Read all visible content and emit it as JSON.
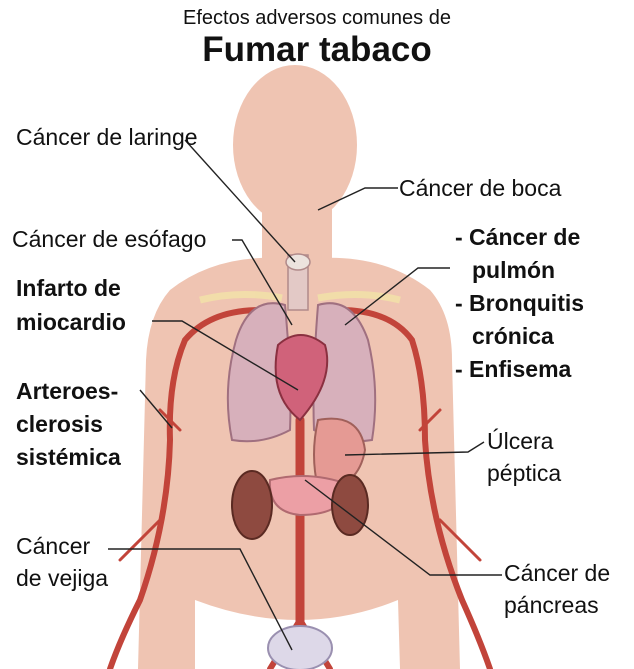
{
  "title": {
    "subtitle": "Efectos adversos comunes de",
    "main": "Fumar tabaco"
  },
  "labels": {
    "larynx": "Cáncer de laringe",
    "mouth": "Cáncer de boca",
    "esophagus": "Cáncer de esófago",
    "lung_cancer": "- Cáncer de",
    "lung_cancer_2": "pulmón",
    "bronchitis": "- Bronquitis",
    "bronchitis_2": "crónica",
    "emphysema": "- Enfisema",
    "mi_1": "Infarto de",
    "mi_2": "miocardio",
    "athero_1": "Arteroes-",
    "athero_2": "clerosis",
    "athero_3": "sistémica",
    "ulcer_1": "Úlcera",
    "ulcer_2": "péptica",
    "bladder_1": "Cáncer",
    "bladder_2": "de vejiga",
    "pancreas_1": "Cáncer de",
    "pancreas_2": "páncreas"
  },
  "colors": {
    "skin": "#efc4b2",
    "artery": "#c2443a",
    "lung": "#d7b0bb",
    "heart": "#d0627a",
    "kidney": "#8e4a40",
    "stomach": "#e59a94",
    "line": "#222222"
  }
}
